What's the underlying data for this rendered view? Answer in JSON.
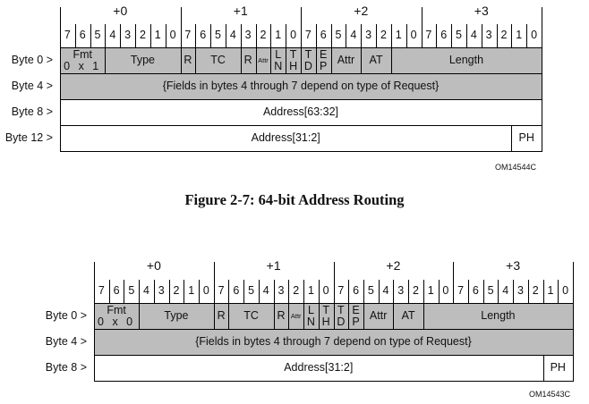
{
  "figure_top": {
    "byte_offsets": [
      "+0",
      "+1",
      "+2",
      "+3"
    ],
    "bit_numbers": [
      "7",
      "6",
      "5",
      "4",
      "3",
      "2",
      "1",
      "0"
    ],
    "rows": [
      {
        "label": "Byte 0 >",
        "fields": {
          "fmt_top": "Fmt",
          "fmt_bottom": "0 x 1",
          "type": "Type",
          "r1": "R",
          "tc": "TC",
          "r2": "R",
          "attr_small": "Attr",
          "ln_top": "L",
          "ln_bottom": "N",
          "th_top": "T",
          "th_bottom": "H",
          "td_top": "T",
          "td_bottom": "D",
          "ep_top": "E",
          "ep_bottom": "P",
          "attr": "Attr",
          "at": "AT",
          "length": "Length"
        }
      },
      {
        "label": "Byte 4 >",
        "text": "{Fields in bytes 4 through 7 depend on type of Request}"
      },
      {
        "label": "Byte 8 >",
        "text": "Address[63:32]"
      },
      {
        "label": "Byte 12 >",
        "text": "Address[31:2]",
        "ph": "PH"
      }
    ],
    "figure_code": "OM14544C"
  },
  "caption": "Figure 2-7:  64-bit Address Routing",
  "figure_bottom": {
    "byte_offsets": [
      "+0",
      "+1",
      "+2",
      "+3"
    ],
    "bit_numbers": [
      "7",
      "6",
      "5",
      "4",
      "3",
      "2",
      "1",
      "0"
    ],
    "rows": [
      {
        "label": "Byte 0 >",
        "fields": {
          "fmt_top": "Fmt",
          "fmt_bottom": "0 x 0",
          "type": "Type",
          "r1": "R",
          "tc": "TC",
          "r2": "R",
          "attr_small": "Attr",
          "ln_top": "L",
          "ln_bottom": "N",
          "th_top": "T",
          "th_bottom": "H",
          "td_top": "T",
          "td_bottom": "D",
          "ep_top": "E",
          "ep_bottom": "P",
          "attr": "Attr",
          "at": "AT",
          "length": "Length"
        }
      },
      {
        "label": "Byte 4 >",
        "text": "{Fields in bytes 4 through 7 depend on type of Request}"
      },
      {
        "label": "Byte 8 >",
        "text": "Address[31:2]",
        "ph": "PH"
      }
    ],
    "figure_code": "OM14543C"
  }
}
